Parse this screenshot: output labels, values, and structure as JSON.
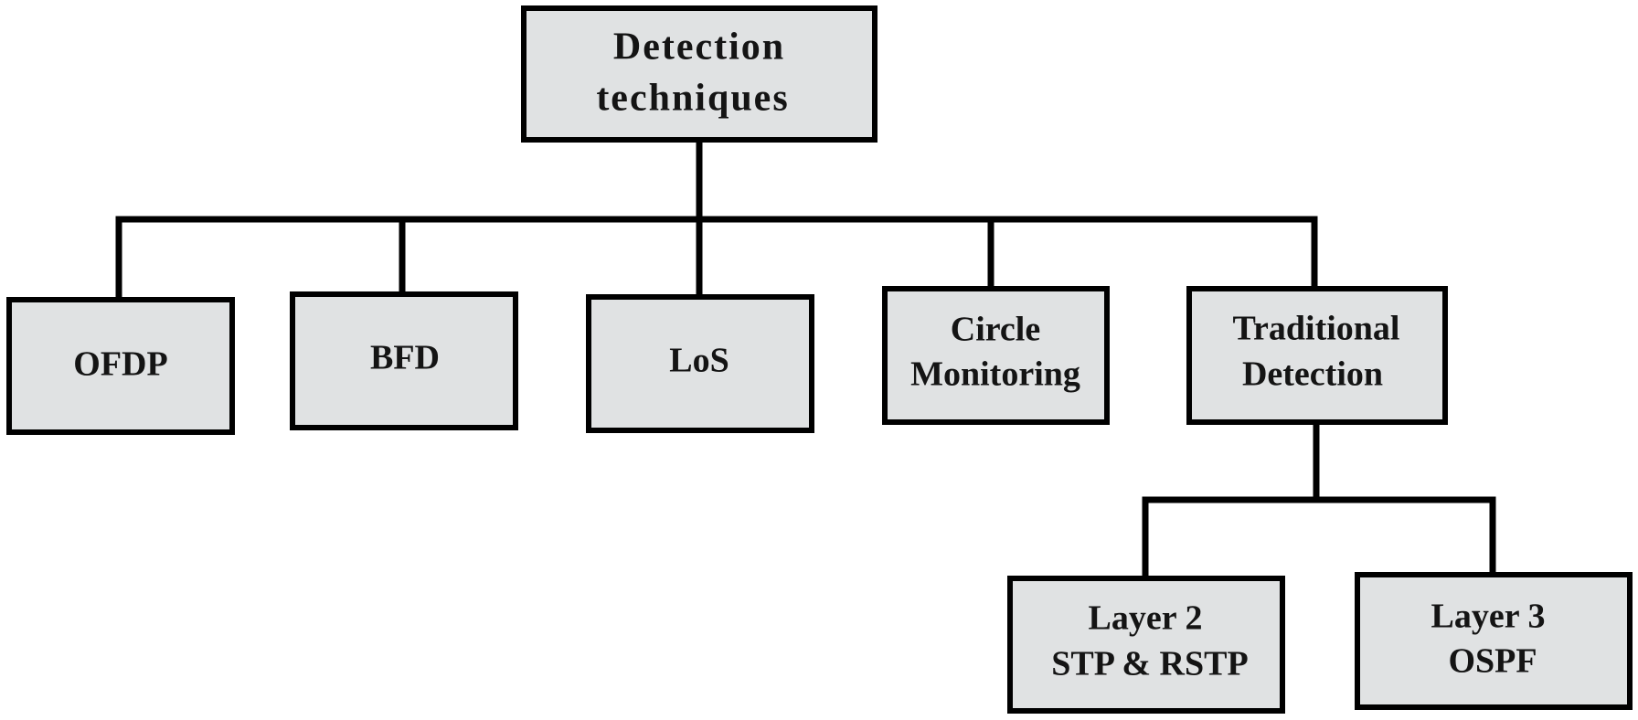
{
  "diagram": {
    "colors": {
      "box_fill": "#e0e2e3",
      "box_border": "#000000",
      "text": "#141414",
      "connector": "#000000",
      "background": "#ffffff"
    },
    "root": {
      "line1": "Detection",
      "line2": "techniques"
    },
    "children": {
      "ofdp": {
        "label": "OFDP"
      },
      "bfd": {
        "label": "BFD"
      },
      "los": {
        "label": "LoS"
      },
      "circle": {
        "line1": "Circle",
        "line2": "Monitoring"
      },
      "traditional": {
        "line1": "Traditional",
        "line2": "Detection"
      }
    },
    "grandchildren": {
      "layer2": {
        "line1": "Layer 2",
        "line2": "STP & RSTP"
      },
      "layer3": {
        "line1": "Layer 3",
        "line2": "OSPF"
      }
    }
  }
}
